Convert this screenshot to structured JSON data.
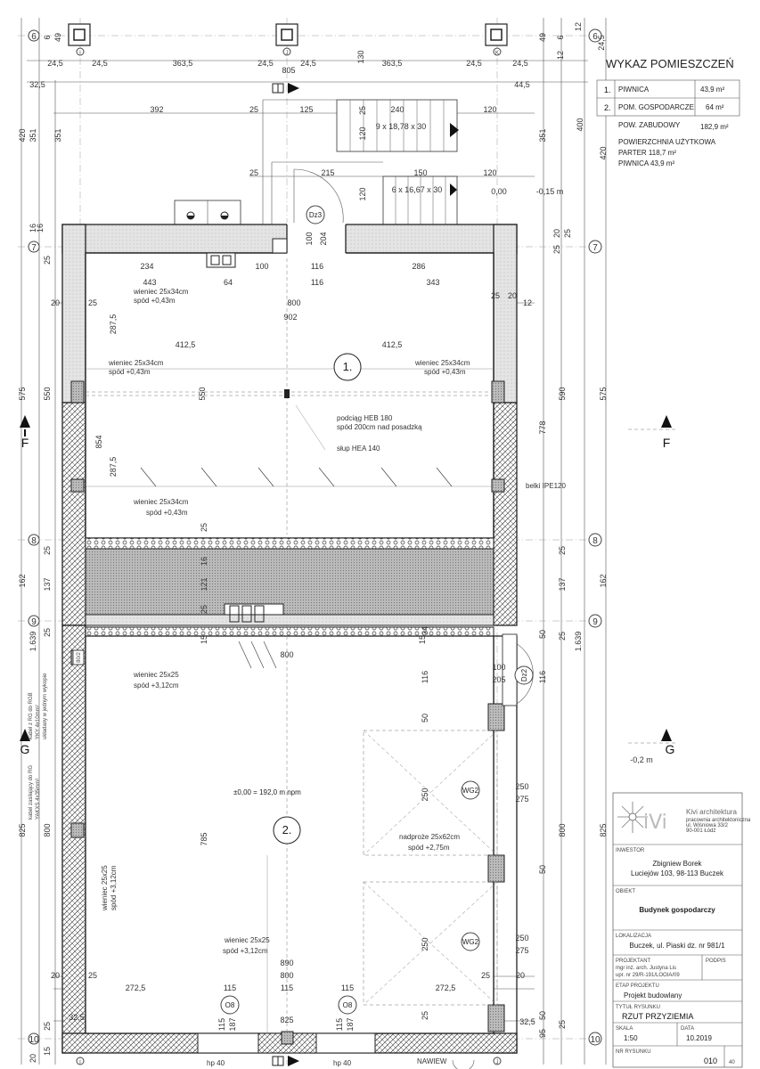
{
  "schedule": {
    "title": "WYKAZ POMIESZCZEŃ",
    "rows": [
      {
        "no": "1.",
        "name": "PIWNICA",
        "area": "43,9 m²"
      },
      {
        "no": "2.",
        "name": "POM. GOSPODARCZE",
        "area": "64 m²"
      }
    ],
    "built_label": "POW. ZABUDOWY",
    "built_value": "182,9 m²",
    "usable_label": "POWIERZCHNIA UŻYTKOWA",
    "usable_parter": "PARTER 118,7 m²",
    "usable_piwnica": "PIWNICA 43,9 m²"
  },
  "title_block": {
    "firm_name": "Kivi architektura",
    "firm_lines": [
      "pracownia architektoniczna",
      "ul. Wiśniowa 33/2",
      "90-001 Łódź"
    ],
    "investor_label": "INWESTOR",
    "investor_name": "Zbigniew Borek",
    "investor_addr": "Luciejów 103, 98-113 Buczek",
    "object_label": "OBIEKT",
    "object_name": "Budynek gospodarczy",
    "location_label": "LOKALIZACJA",
    "location_value": "Buczek, ul. Piaski dz. nr 981/1",
    "designer_label": "PROJEKTANT",
    "designer_line1": "mgr inż. arch. Justyna Lis",
    "designer_line2": "upr. nr 29/R-191/LOOIA/09",
    "sign_label": "PODPIS",
    "stage_label": "ETAP PROJEKTU",
    "stage_value": "Projekt budowlany",
    "drawing_label": "TYTUŁ RYSUNKU",
    "drawing_value": "RZUT PRZYZIEMIA",
    "scale_label": "SKALA",
    "scale_value": "1:50",
    "date_label": "DATA",
    "date_value": "10.2019",
    "number_label": "NR RYSUNKU",
    "number_value": "010",
    "sheet_value": "40"
  },
  "rooms": {
    "r1": "1.",
    "r2": "2."
  },
  "axes": {
    "a6": "6",
    "a7": "7",
    "a8": "8",
    "a9": "9",
    "a10": "10",
    "ai": "I",
    "aj": "J",
    "ak": "K"
  },
  "sections": {
    "f": "F",
    "g": "G"
  },
  "dims_top": {
    "d1": "24,5",
    "d2": "24,5",
    "d3": "363,5",
    "d4": "24,5",
    "d5": "24,5",
    "d6": "363,5",
    "d7": "24,5",
    "d8": "24,5",
    "d9": "805",
    "d10": "32,5",
    "d11": "44,5",
    "d12": "392",
    "d13": "25",
    "d14": "125",
    "d15": "240",
    "d16": "120",
    "d17": "25",
    "d18": "215",
    "d19": "150",
    "d20": "120",
    "d21": "130",
    "d22": "9 x 18,78 x 30",
    "d23": "6 x 16,67 x 30",
    "d24": "0,00",
    "d25": "-0,15 m"
  },
  "dims_top_vert": {
    "v1": "49",
    "v2": "6",
    "v3": "49",
    "v4": "6",
    "v5": "12",
    "v6": "12",
    "v7": "24,5",
    "v8": "420",
    "v9": "351",
    "v10": "351",
    "v11": "25",
    "v12": "120",
    "v13": "120",
    "v14": "351",
    "v15": "400",
    "v16": "420",
    "v17": "16",
    "v18": "16",
    "v19": "25",
    "v20": "25",
    "v21": "20",
    "v22": "25",
    "v23": "100",
    "v24": "204"
  },
  "dims_mid": {
    "m1": "234",
    "m2": "100",
    "m3": "116",
    "m4": "286",
    "m5": "443",
    "m6": "64",
    "m7": "116",
    "m8": "343",
    "m9": "20",
    "m10": "25",
    "m11": "800",
    "m12": "25",
    "m13": "20",
    "m14": "12",
    "m15": "902",
    "m16": "412,5",
    "m17": "412,5",
    "m18": "287,5",
    "m19": "575",
    "m20": "550",
    "m21": "550",
    "m22": "590",
    "m23": "575",
    "m24": "854",
    "m25": "287,5",
    "m26": "778",
    "m27": "25",
    "m28": "25",
    "m29": "16",
    "m30": "121",
    "m31": "25",
    "m32": "162",
    "m33": "137",
    "m34": "137",
    "m35": "162",
    "m36": "25",
    "m37": "25",
    "m38": "1.639",
    "m39": "1.639",
    "m40": "15",
    "m41": "15",
    "m42": "34",
    "m43": "50",
    "m44": "25"
  },
  "dims_bottom": {
    "b1": "800",
    "b2": "100",
    "b3": "205",
    "b4": "116",
    "b5": "50",
    "b6": "250",
    "b7": "250",
    "b8": "275",
    "b9": "785",
    "b10": "250",
    "b11": "50",
    "b12": "250",
    "b13": "275",
    "b14": "800",
    "b15": "825",
    "b16": "800",
    "b17": "825",
    "b18": "890",
    "b19": "800",
    "b20": "20",
    "b21": "25",
    "b22": "25",
    "b23": "20",
    "b24": "272,5",
    "b25": "115",
    "b26": "115",
    "b27": "115",
    "b28": "272,5",
    "b29": "825",
    "b30": "32,5",
    "b31": "32,5",
    "b32": "25",
    "b33": "25",
    "b34": "15",
    "b35": "20",
    "b36": "115",
    "b37": "187",
    "b38": "115",
    "b39": "187",
    "b40": "95",
    "b41": "25",
    "b42": "50",
    "b43": "116",
    "b44": "-0,2 m"
  },
  "notes": {
    "n1": "wieniec 25x34cm",
    "n1b": "spód +0,43m",
    "n2": "wieniec 25x34cm",
    "n2b": "spód +0,43m",
    "n3": "wieniec 25x34cm",
    "n3b": "spód +0,43m",
    "n4": "podciąg  HEB 180",
    "n4b": "spód 200cm nad posadzką",
    "n5": "słup HEA 140",
    "n6": "belki IPE120",
    "n7": "wieniec 25x34cm",
    "n7b": "spód +0,43m",
    "n8": "wieniec 25x25",
    "n8b": "spód +3,12cm",
    "n9": "±0,00 = 192,0 m npm",
    "n10": "wieniec 25x25",
    "n10b": "spód +3,12cm",
    "n11": "nadproże 25x62cm",
    "n11b": "spód +2,75m",
    "n12": "wieniec 25x25",
    "n12b": "spód +3,12cm",
    "n13": "NAWIEW",
    "n14": "hp 40",
    "n15": "hp 40",
    "n16": "kabel z RG do RGB",
    "n16b": "YKY 4x10mm²",
    "n16c": "układany w jednym wykopie",
    "n17": "kabel zasilający do RG",
    "n17b": "YAKXS 4x35mm²"
  },
  "doors": {
    "dz3": "Dz3",
    "dz2": "Dz2",
    "wg2a": "WG2",
    "wg2b": "WG2",
    "o8a": "O8",
    "o8b": "O8",
    "r80": "80/2"
  }
}
